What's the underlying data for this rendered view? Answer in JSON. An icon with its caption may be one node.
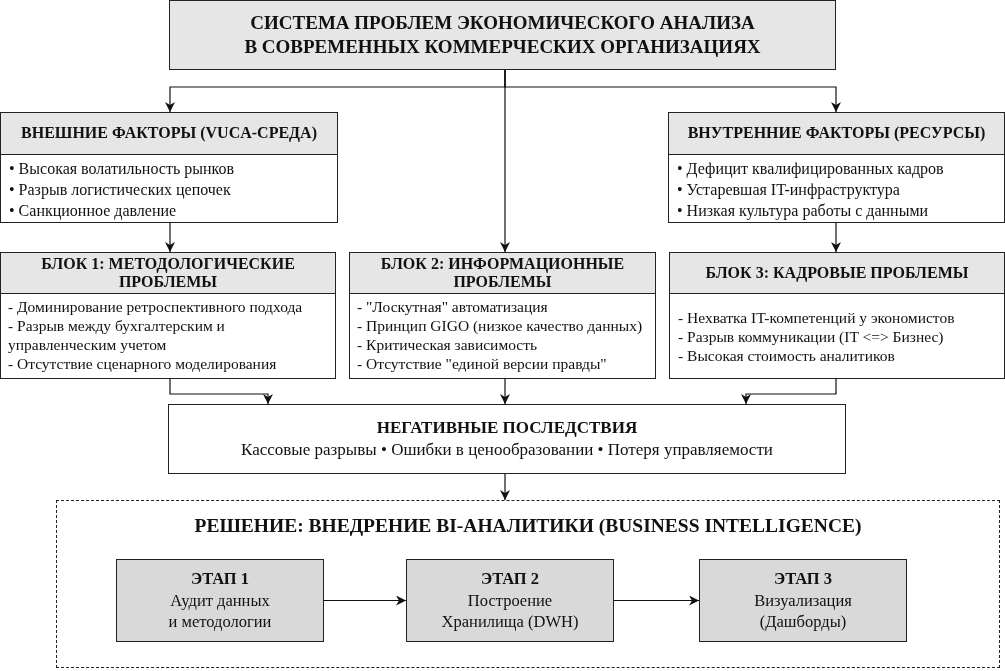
{
  "diagram": {
    "nodes": [
      {
        "text": [
          "СИСТЕМА ПРОБЛЕМ ЭКОНОМИЧЕСКОГО АНАЛИЗА В СОВРЕМЕННЫХ КОММЕРЧЕСКИХ ОРГАНИЗАЦИЯХ"
        ]
      },
      {
        "text": [
          "ВНЕШНИЕ ФАКТОРЫ (VUCA-СРЕДА)",
          "• Высокая волатильность рынков",
          "• Разрыв логистических цепочек",
          "• Санкционное давление"
        ]
      },
      {
        "text": [
          "ВНУТРЕННИЕ ФАКТОРЫ (РЕСУРСЫ)",
          "• Дефицит квалифицированных кадров",
          "• Устаревшая IT-инфраструктура",
          "• Низкая культура работы с данными"
        ]
      },
      {
        "text": [
          "БЛОК 1: МЕТОДОЛОГИЧЕСКИЕ ПРОБЛЕМЫ",
          "- Доминирование ретроспективного подхода",
          "- Разрыв между бухгалтерским и управленческим учетом",
          "- Отсутствие сценарного моделирования"
        ]
      },
      {
        "text": [
          "БЛОК 2: ИНФОРМАЦИОННЫЕ ПРОБЛЕМЫ",
          "- \"Лоскутная\" автоматизация",
          "- Принцип GIGO (низкое качество данных)",
          "- Критическая зависимость",
          "- Отсутствие \"единой версии правды\""
        ]
      },
      {
        "text": [
          "БЛОК 3: КАДРОВЫЕ ПРОБЛЕМЫ",
          "- Нехватка IT-компетенций у экономистов",
          "- Разрыв коммуникации (IT <=> Бизнес)",
          "- Высокая стоимость аналитиков"
        ]
      },
      {
        "text": [
          "НЕГАТИВНЫЕ ПОСЛЕДСТВИЯ",
          "Кассовые разрывы • Ошибки в ценообразовании • Потеря управляемости"
        ]
      },
      {
        "text": [
          "РЕШЕНИЕ: ВНЕДРЕНИЕ BI-АНАЛИТИКИ (BUSINESS INTELLIGENCE)"
        ]
      },
      {
        "text": [
          "ЭТАП 1",
          "Аудит данных и методологии"
        ],
        "in": 7
      },
      {
        "text": [
          "ЭТАП 2",
          "Построение Хранилища (DWH)"
        ],
        "in": 7
      },
      {
        "text": [
          "ЭТАП 3",
          "Визуализация (Дашборды)"
        ],
        "in": 7
      }
    ],
    "edges": [
      {
        "from": 0,
        "to": 1,
        "arrow": "to"
      },
      {
        "from": 0,
        "to": 4,
        "arrow": "to"
      },
      {
        "from": 0,
        "to": 2,
        "arrow": "to"
      },
      {
        "from": 1,
        "to": 3,
        "arrow": "to"
      },
      {
        "from": 2,
        "to": 5,
        "arrow": "to"
      },
      {
        "from": 3,
        "to": 6,
        "arrow": "to"
      },
      {
        "from": 4,
        "to": 6,
        "arrow": "to"
      },
      {
        "from": 5,
        "to": 6,
        "arrow": "to"
      },
      {
        "from": 6,
        "to": 7,
        "arrow": "to"
      },
      {
        "from": 8,
        "to": 9,
        "arrow": "to"
      },
      {
        "from": 9,
        "to": 10,
        "arrow": "to"
      }
    ]
  }
}
